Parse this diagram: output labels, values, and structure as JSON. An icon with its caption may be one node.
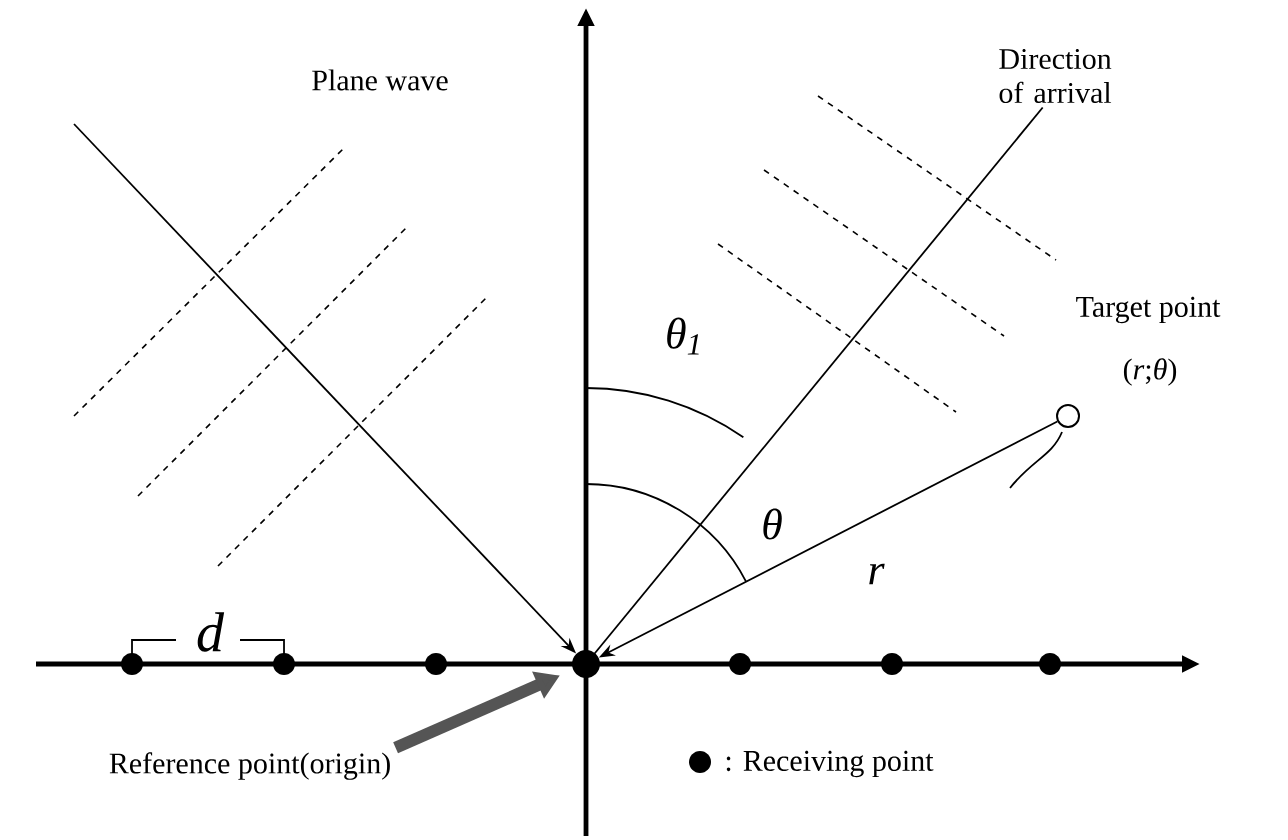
{
  "diagram": {
    "nodes": [
      {
        "text": [],
        "shape": "circle"
      },
      {
        "text": [],
        "shape": "circle",
        "beside": [
          "Target point",
          "(*r*;*θ*)"
        ]
      },
      {
        "text": [
          "Reference point(origin)"
        ]
      },
      {
        "text": [
          "Direction of arrival"
        ]
      }
    ],
    "edges": [
      {
        "from": 2,
        "to": 0,
        "arrow": "to",
        "style": "thick",
        "color": "#555555"
      },
      {
        "from": 1,
        "to": 0,
        "arrow": "to",
        "label": "r"
      },
      {
        "from": null,
        "to": 0,
        "arrow": "to"
      },
      {
        "from": 0,
        "to": 3,
        "arrow": "none"
      }
    ],
    "labels": [
      "Plane wave",
      "θ$_{1}$",
      "θ",
      "d"
    ],
    "legend": [
      {
        "text": ": Receiving point"
      }
    ]
  }
}
